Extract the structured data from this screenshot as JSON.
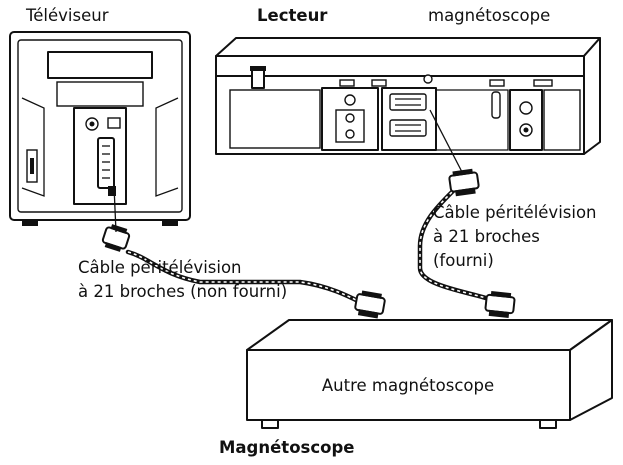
{
  "labels": {
    "tv": "Téléviseur",
    "player_bold": "Lecteur",
    "player_rest": "magnétoscope",
    "cable_right": [
      "Câble péritélévision",
      "à 21 broches",
      "(fourni)"
    ],
    "cable_left": [
      "Câble péritélévision",
      "à 21 broches (non fourni)"
    ],
    "other_vcr": "Autre magnétoscope",
    "recorder": "Magnétoscope"
  }
}
